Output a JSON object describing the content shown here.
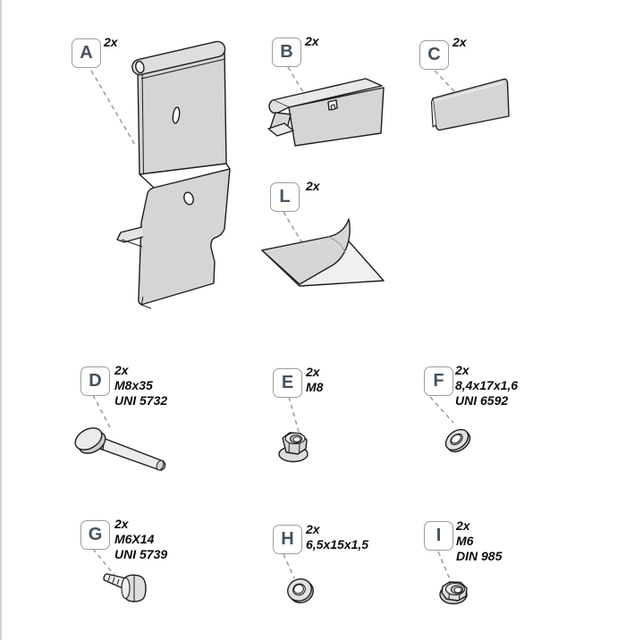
{
  "page": {
    "background": "#ffffff",
    "left_edge_color": "#d0d0d0"
  },
  "colors": {
    "part_fill": "#d5d5d5",
    "part_fill_light": "#ececec",
    "outline": "#1e1e1e",
    "leader_line": "#9b9b9b",
    "label_letter": "#45525f",
    "label_box_border": "#9c9c9c",
    "spec_text": "#0c0c0c"
  },
  "parts": [
    {
      "id": "A",
      "letter": "A",
      "qty": "2x",
      "specs": [],
      "icon": "mounting-bracket-illustration"
    },
    {
      "id": "B",
      "letter": "B",
      "qty": "2x",
      "specs": [],
      "icon": "support-bracket-illustration"
    },
    {
      "id": "C",
      "letter": "C",
      "qty": "2x",
      "specs": [],
      "icon": "spacer-plate-illustration"
    },
    {
      "id": "L",
      "letter": "L",
      "qty": "2x",
      "specs": [],
      "icon": "adhesive-pad-illustration"
    },
    {
      "id": "D",
      "letter": "D",
      "qty": "2x",
      "specs": [
        "M8x35",
        "UNI 5732"
      ],
      "icon": "carriage-bolt-illustration"
    },
    {
      "id": "E",
      "letter": "E",
      "qty": "2x",
      "specs": [
        "M8"
      ],
      "icon": "flange-nut-illustration"
    },
    {
      "id": "F",
      "letter": "F",
      "qty": "2x",
      "specs": [
        "8,4x17x1,6",
        "UNI 6592"
      ],
      "icon": "washer-illustration"
    },
    {
      "id": "G",
      "letter": "G",
      "qty": "2x",
      "specs": [
        "M6X14",
        "UNI 5739"
      ],
      "icon": "hex-bolt-illustration"
    },
    {
      "id": "H",
      "letter": "H",
      "qty": "2x",
      "specs": [
        "6,5x15x1,5"
      ],
      "icon": "washer-illustration"
    },
    {
      "id": "I",
      "letter": "I",
      "qty": "2x",
      "specs": [
        "M6",
        "DIN 985"
      ],
      "icon": "lock-nut-illustration"
    }
  ]
}
